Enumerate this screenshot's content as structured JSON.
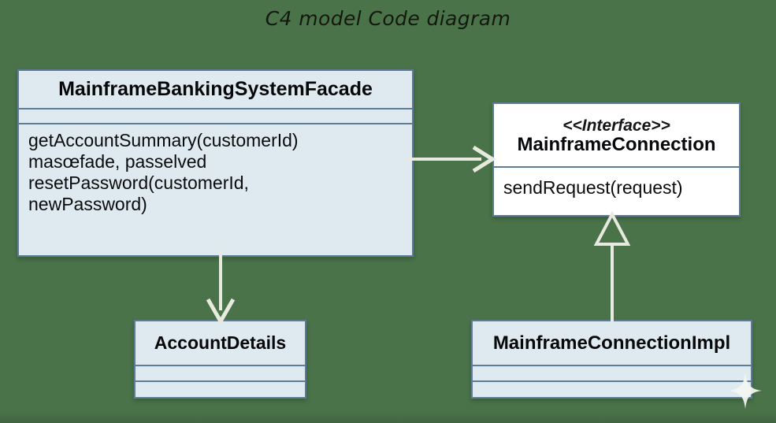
{
  "diagram": {
    "title": "C4 model Code diagram",
    "background_color": "#4a7349",
    "box_fill_color": "#dfe9f0",
    "box_border_color": "#5d7d97",
    "interface_fill_color": "#ffffff",
    "connector_color": "#e8e9df"
  },
  "classes": {
    "facade": {
      "name": "MainframeBankingSystemFacade",
      "attributes": [],
      "methods": [
        "getAccountSummary(customerId)",
        "masœfade, passelved",
        "resetPassword(customerId,",
        "newPassword)"
      ]
    },
    "interface": {
      "stereotype": "<<Interface>>",
      "name": "MainframeConnection",
      "methods": [
        "sendRequest(request)"
      ]
    },
    "account_details": {
      "name": "AccountDetails",
      "attributes": [],
      "methods": []
    },
    "impl": {
      "name": "MainframeConnectionImpl",
      "attributes": [],
      "methods": []
    }
  },
  "connectors": [
    {
      "id": "facade-to-interface",
      "from": "MainframeBankingSystemFacade",
      "to": "MainframeConnection",
      "type": "association",
      "arrowhead": "open-arrow",
      "direction": "right"
    },
    {
      "id": "facade-to-accountdetails",
      "from": "MainframeBankingSystemFacade",
      "to": "AccountDetails",
      "type": "association",
      "arrowhead": "open-arrow",
      "direction": "down"
    },
    {
      "id": "impl-to-interface",
      "from": "MainframeConnectionImpl",
      "to": "MainframeConnection",
      "type": "realization",
      "arrowhead": "hollow-triangle",
      "direction": "up"
    }
  ],
  "artifacts": {
    "cursor_sparkle": "sparkle-cursor"
  }
}
